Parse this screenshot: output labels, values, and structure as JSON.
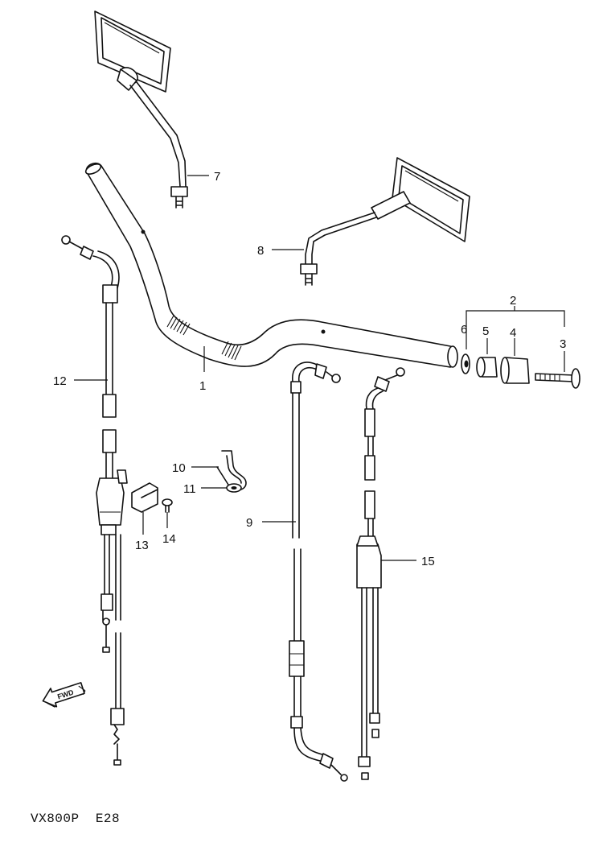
{
  "diagram": {
    "caption": "VX800P  E28",
    "fwd_label": "FWD",
    "callouts": {
      "c1": "1",
      "c2": "2",
      "c3": "3",
      "c4": "4",
      "c5": "5",
      "c6": "6",
      "c7": "7",
      "c8": "8",
      "c9": "9",
      "c10": "10",
      "c11": "11",
      "c12": "12",
      "c13": "13",
      "c14": "14",
      "c15": "15"
    }
  }
}
